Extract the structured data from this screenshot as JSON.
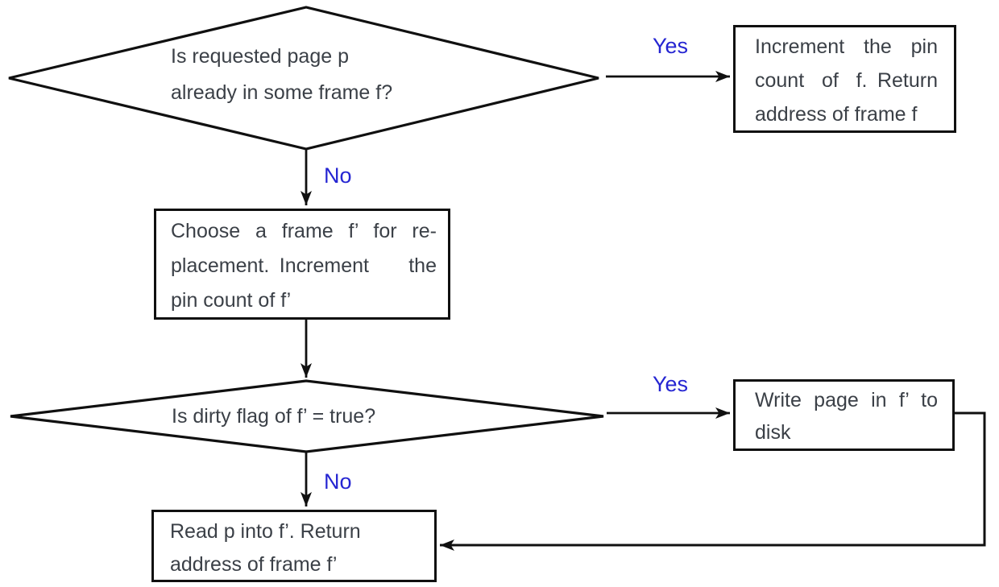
{
  "page": {
    "background_color": "#ffffff",
    "line_color": "#101010",
    "text_color": "#3b4047",
    "label_color": "#2525d2"
  },
  "diamonds": [
    {
      "id": "is-page-in-frame",
      "lines": [
        "Is requested page p",
        "already in some frame f?"
      ]
    },
    {
      "id": "is-dirty-flag-true",
      "lines": [
        "Is dirty flag of f’ = true?"
      ]
    }
  ],
  "boxes": [
    {
      "id": "increment-pin-count",
      "lines": [
        "Increment the pin",
        "count of f. Return",
        "address of frame f"
      ]
    },
    {
      "id": "choose-replacement-frame",
      "lines": [
        "Choose a frame f’ for re-",
        "placement. Increment the",
        "pin count of f’"
      ]
    },
    {
      "id": "write-page-to-disk",
      "lines": [
        "Write page in f’ to",
        "disk"
      ]
    },
    {
      "id": "read-page-into-frame",
      "lines": [
        "Read p into f’. Return",
        "address of frame f’"
      ]
    }
  ],
  "labels": {
    "yes_1": "Yes",
    "no_1": "No",
    "yes_2": "Yes",
    "no_2": "No"
  }
}
